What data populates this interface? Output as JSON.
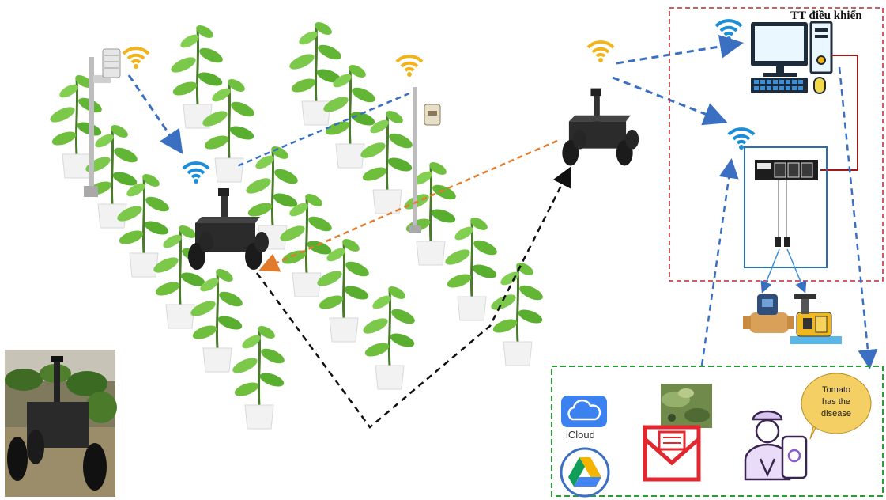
{
  "control_center": {
    "title": "TT điều khiển"
  },
  "cloud": {
    "icloud_label": "iCloud"
  },
  "notification": {
    "bubble_lines": [
      "Tomato",
      "has the",
      "disease"
    ]
  },
  "colors": {
    "control_box_border": "#c0262d",
    "notify_box_border": "#2e9a3a",
    "blue_link": "#3b6fc2",
    "orange_link": "#e07a2c",
    "black_path": "#111111",
    "wifi_yellow": "#f2b41a",
    "wifi_blue": "#1a8fd8",
    "plc_box_border": "#2a6fb0",
    "wire_red": "#a01818",
    "bubble_fill": "#f4cf63"
  },
  "icons": [
    "wifi-signal-icon",
    "computer-icon",
    "plc-controller-icon",
    "valve-icon",
    "pump-icon",
    "icloud-icon",
    "google-drive-icon",
    "mail-icon",
    "farmer-phone-icon",
    "robot-icon",
    "sensor-station-icon",
    "tomato-plant-icon"
  ]
}
